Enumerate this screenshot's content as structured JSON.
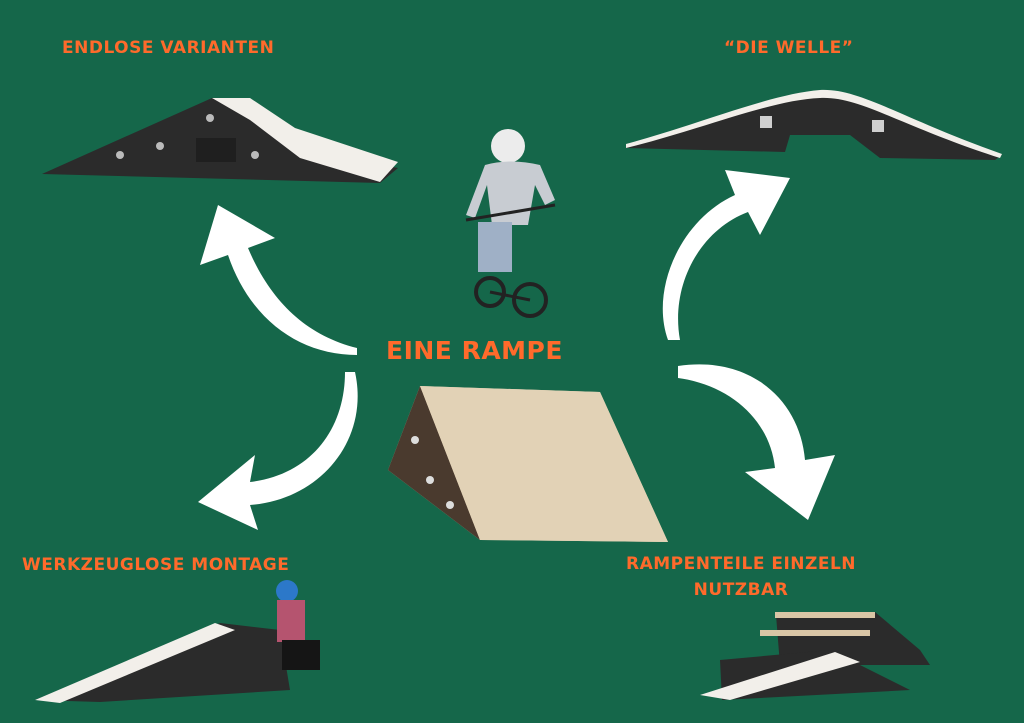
{
  "labels": {
    "top_left": "ENDLOSE VARIANTEN",
    "top_right": "“DIE WELLE”",
    "center": "EINE RAMPE",
    "bottom_left": "WERKZEUGLOSE MONTAGE",
    "bottom_right_line1": "RAMPENTEILE EINZELN",
    "bottom_right_line2": "NUTZBAR"
  },
  "colors": {
    "background": "#15674a",
    "accent": "#ff6a2b",
    "arrow": "#ffffff",
    "ramp_dark": "#2a2a2a",
    "plywood": "#d9c6a6"
  }
}
